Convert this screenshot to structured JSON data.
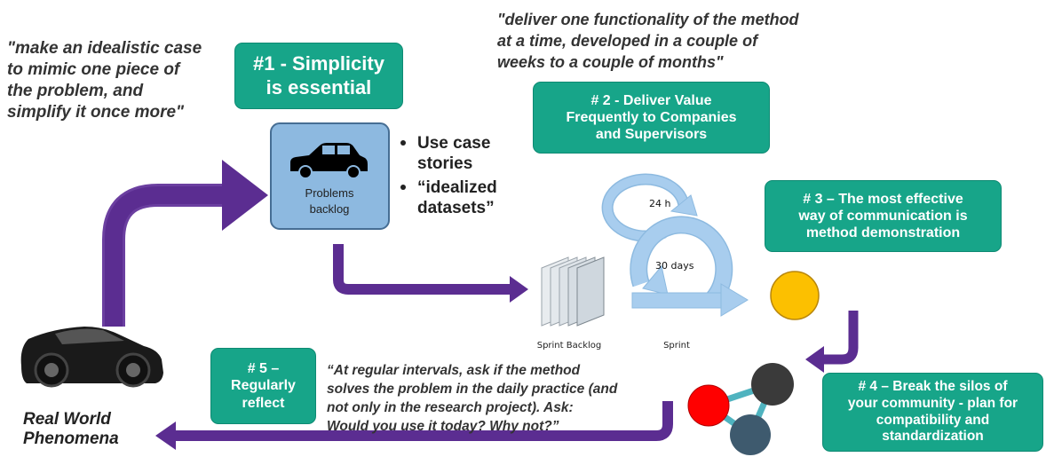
{
  "colors": {
    "teal_box": "#17a589",
    "purple_arrow": "#5b2d91",
    "backlog_fill": "#8db9e0",
    "sprint_arrow": "#a8cdee",
    "node_yellow": "#fcc000",
    "node_red": "#ff0000",
    "node_dark": "#3a3a3a",
    "node_slate": "#3e5a6e",
    "graph_edge": "#4fb3bf"
  },
  "quotes": {
    "idealistic": "\"make an idealistic case\nto mimic one piece of\nthe problem, and\nsimplify it once more\"",
    "deliver": "\"deliver one functionality of the method\nat a time, developed in a couple of\nweeks to a couple of months\"",
    "reflect": "“At regular intervals, ask if the method\nsolves the problem in the daily practice (and\nnot only in the research project). Ask:\nWould you use it today? Why not?”"
  },
  "principles": {
    "p1": "#1 - Simplicity\nis essential",
    "p2": "# 2 - Deliver Value\nFrequently to Companies\nand Supervisors",
    "p3": "# 3 – The most effective\nway of communication is\nmethod demonstration",
    "p4": "# 4 – Break the silos of\nyour community - plan for\ncompatibility and\nstandardization",
    "p5": "# 5 –\nRegularly\nreflect"
  },
  "backlog": {
    "label": "Problems\nbacklog",
    "icon": "car-icon"
  },
  "bullets": {
    "item1": "Use case\nstories",
    "item2": "“idealized\ndatasets”"
  },
  "sprint": {
    "daily_cycle": "24 h",
    "sprint_cycle": "30 days",
    "backlog_label": "Sprint Backlog",
    "sprint_label": "Sprint"
  },
  "real_world": {
    "label": "Real World\nPhenomena",
    "icon": "sports-car-icon"
  }
}
